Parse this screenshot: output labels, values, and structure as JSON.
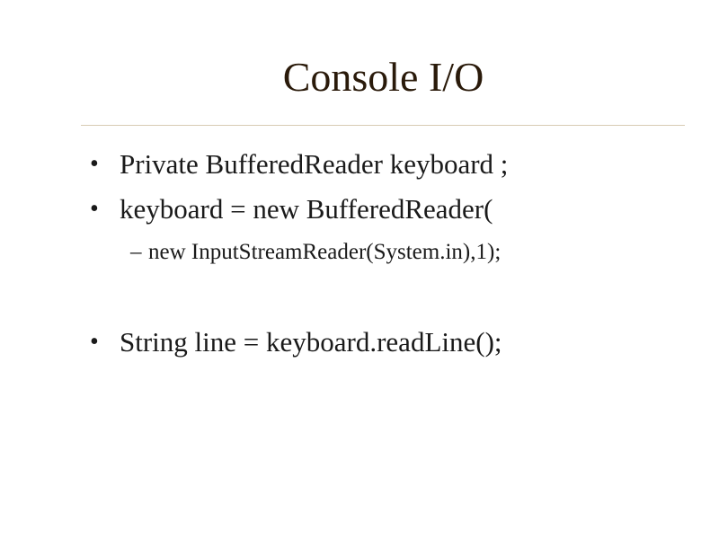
{
  "slide": {
    "title": "Console I/O",
    "bullets": [
      {
        "marker": "•",
        "text": "Private BufferedReader keyboard ;"
      },
      {
        "marker": "•",
        "text": "keyboard = new BufferedReader("
      },
      {
        "marker": "•",
        "text": "String line = keyboard.readLine();"
      }
    ],
    "sub_bullets": [
      {
        "marker": "–",
        "text": "new InputStreamReader(System.in),1);"
      }
    ]
  },
  "colors": {
    "title": "#2a1a0a",
    "divider": "#d8ccb4",
    "body_text": "#1a1a1a",
    "background": "#ffffff"
  }
}
